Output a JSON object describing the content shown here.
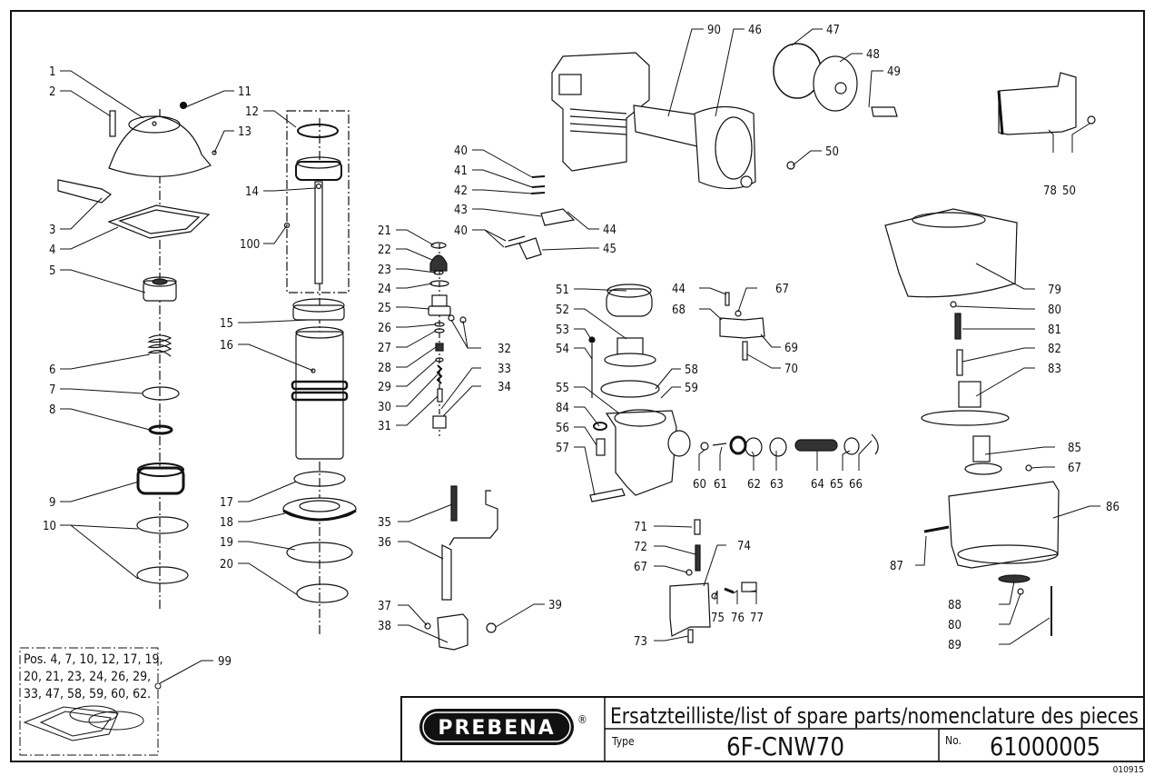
{
  "title_block": {
    "brand": "PREBENA",
    "registered_mark": "®",
    "title": "Ersatzteilliste/list of spare parts/nomenclature des pieces",
    "type_label": "Type",
    "type_value": "6F-CNW70",
    "number_label": "No.",
    "number_value": "61000005",
    "revision": "010915"
  },
  "kit_box": {
    "callout": "99",
    "lines": [
      "Pos. 4, 7, 10, 12, 17, 19,",
      "20, 21, 23, 24, 26, 29,",
      "33, 47, 58, 59, 60, 62."
    ]
  },
  "callouts": {
    "c1": "1",
    "c2": "2",
    "c3": "3",
    "c4": "4",
    "c5": "5",
    "c6": "6",
    "c7": "7",
    "c8": "8",
    "c9": "9",
    "c10": "10",
    "c11": "11",
    "c12": "12",
    "c13": "13",
    "c14": "14",
    "c100": "100",
    "c15": "15",
    "c16": "16",
    "c17": "17",
    "c18": "18",
    "c19": "19",
    "c20": "20",
    "c21": "21",
    "c22": "22",
    "c23": "23",
    "c24": "24",
    "c25": "25",
    "c26": "26",
    "c27": "27",
    "c28": "28",
    "c29": "29",
    "c30": "30",
    "c31": "31",
    "c32": "32",
    "c33": "33",
    "c34": "34",
    "c35": "35",
    "c36": "36",
    "c37": "37",
    "c38": "38",
    "c39": "39",
    "c40a": "40",
    "c41": "41",
    "c42": "42",
    "c43": "43",
    "c40b": "40",
    "c44a": "44",
    "c45": "45",
    "c90": "90",
    "c46": "46",
    "c47": "47",
    "c48": "48",
    "c49": "49",
    "c50a": "50",
    "c78": "78",
    "c50b": "50",
    "c51": "51",
    "c52": "52",
    "c53": "53",
    "c54": "54",
    "c55": "55",
    "c84": "84",
    "c56": "56",
    "c57": "57",
    "c58": "58",
    "c59": "59",
    "c60": "60",
    "c61": "61",
    "c62": "62",
    "c63": "63",
    "c64": "64",
    "c65": "65",
    "c66": "66",
    "c44b": "44",
    "c67a": "67",
    "c68": "68",
    "c69": "69",
    "c70": "70",
    "c71": "71",
    "c72": "72",
    "c67b": "67",
    "c74": "74",
    "c73": "73",
    "c75": "75",
    "c76": "76",
    "c77": "77",
    "c79": "79",
    "c80a": "80",
    "c81": "81",
    "c82": "82",
    "c83": "83",
    "c85": "85",
    "c67c": "67",
    "c86": "86",
    "c87": "87",
    "c88": "88",
    "c80b": "80",
    "c89": "89"
  }
}
